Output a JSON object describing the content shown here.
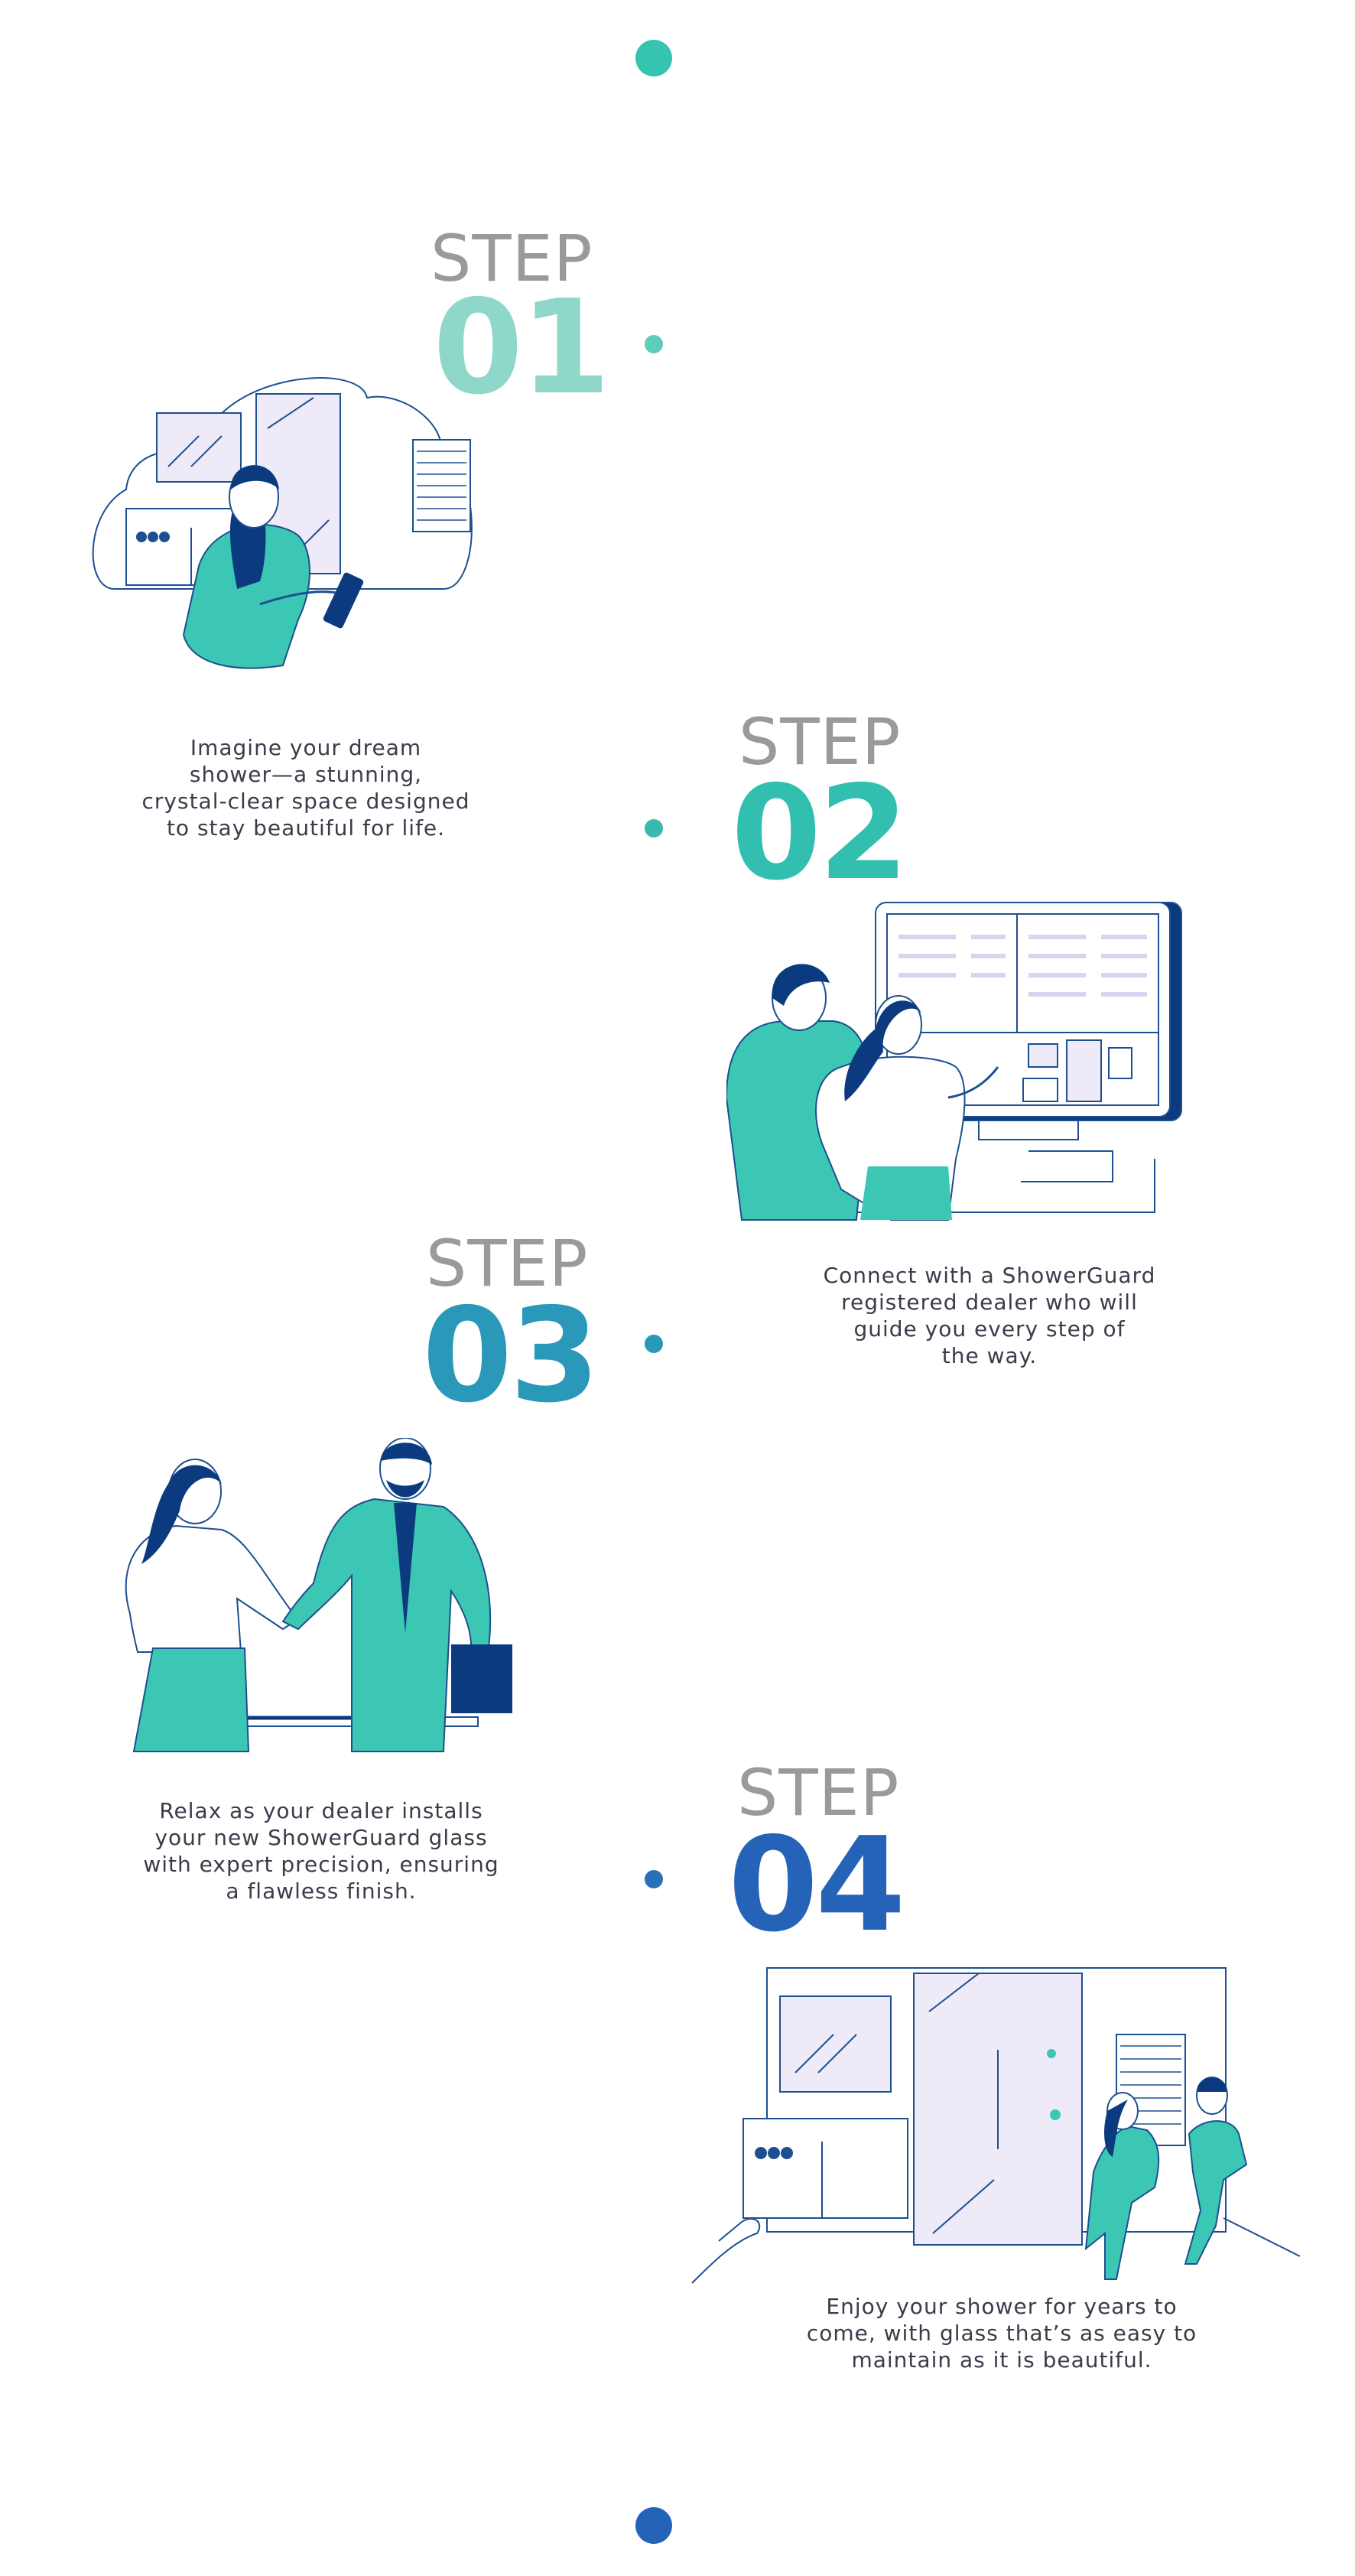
{
  "colors": {
    "step1": "#8fd8c9",
    "step2": "#33bfb0",
    "step3": "#2a98b8",
    "step4": "#2563b8",
    "navy": "#0b3b7e",
    "teal": "#3cc6b4",
    "lavender": "#eeeaf8",
    "line_top": "#35c4b0",
    "line_bottom": "#2563b8"
  },
  "steps": [
    {
      "label": "STEP",
      "number": "01",
      "text": [
        "Imagine your dream",
        "shower—a stunning,",
        "crystal-clear space designed",
        "to stay beautiful for life."
      ],
      "illustration": "woman-with-phone-bathroom-cloud"
    },
    {
      "label": "STEP",
      "number": "02",
      "text": [
        "Connect with a ShowerGuard",
        "registered dealer who will",
        "guide you every step of",
        "the way."
      ],
      "illustration": "couple-at-screen"
    },
    {
      "label": "STEP",
      "number": "03",
      "text": [
        "Relax as your dealer installs",
        "your new ShowerGuard glass",
        "with expert precision, ensuring",
        "a flawless finish."
      ],
      "illustration": "handshake"
    },
    {
      "label": "STEP",
      "number": "04",
      "text": [
        "Enjoy your shower for years to",
        "come, with glass that’s as easy to",
        "maintain as it is beautiful."
      ],
      "illustration": "couple-celebrating-bathroom"
    }
  ]
}
